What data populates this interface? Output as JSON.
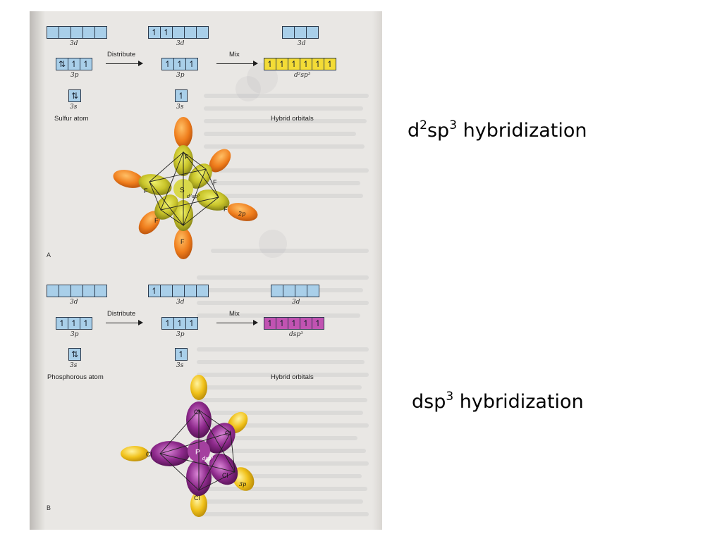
{
  "headings": {
    "a": {
      "pre": "d",
      "sup1": "2",
      "mid": "sp",
      "sup2": "3",
      "post": " hybridization"
    },
    "b": {
      "pre": "dsp",
      "sup": "3",
      "post": " hybridization"
    }
  },
  "panel_a": {
    "row1": {
      "ground_3d": [
        "",
        "",
        "",
        "",
        ""
      ],
      "excited_3d": [
        "↿",
        "↿",
        "",
        "",
        ""
      ],
      "hybrid_3d": [
        "",
        "",
        ""
      ],
      "label_ground": "3d",
      "label_excited": "3d",
      "label_hybrid": "3d"
    },
    "row2": {
      "ground_3p": [
        "⇅",
        "↿",
        "↿"
      ],
      "excited_3p": [
        "↿",
        "↿",
        "↿"
      ],
      "hybrid": [
        "↿",
        "↿",
        "↿",
        "↿",
        "↿",
        "↿"
      ],
      "label_ground": "3p",
      "label_excited": "3p",
      "label_hybrid": "d²sp³",
      "distribute": "Distribute",
      "mix": "Mix"
    },
    "row3": {
      "ground_3s": [
        "⇅"
      ],
      "excited_3s": [
        "↿"
      ],
      "label_ground": "3s",
      "label_excited": "3s"
    },
    "caption_atom": "Sulfur atom",
    "caption_hybrid": "Hybrid orbitals",
    "molecule": {
      "center": "S",
      "ligand": "F",
      "hybrid": "d²sp³",
      "orbital": "2p"
    },
    "letter": "A"
  },
  "panel_b": {
    "row1": {
      "ground_3d": [
        "",
        "",
        "",
        "",
        ""
      ],
      "excited_3d": [
        "↿",
        "",
        "",
        "",
        ""
      ],
      "hybrid_3d": [
        "",
        "",
        "",
        ""
      ],
      "label_ground": "3d",
      "label_excited": "3d",
      "label_hybrid": "3d"
    },
    "row2": {
      "ground_3p": [
        "↿",
        "↿",
        "↿"
      ],
      "excited_3p": [
        "↿",
        "↿",
        "↿"
      ],
      "hybrid": [
        "↿",
        "↿",
        "↿",
        "↿",
        "↿"
      ],
      "label_ground": "3p",
      "label_excited": "3p",
      "label_hybrid": "dsp³",
      "distribute": "Distribute",
      "mix": "Mix"
    },
    "row3": {
      "ground_3s": [
        "⇅"
      ],
      "excited_3s": [
        "↿"
      ],
      "label_ground": "3s",
      "label_excited": "3s"
    },
    "caption_atom": "Phosphorous atom",
    "caption_hybrid": "Hybrid orbitals",
    "molecule": {
      "center": "P",
      "ligand": "Cl",
      "hybrid": "dsp³",
      "orbital": "3p"
    },
    "letter": "B"
  },
  "colors": {
    "orbital_box": "#a9cfe9",
    "hybrid_d2sp3": "#f4dc36",
    "hybrid_dsp3": "#c153b2",
    "fluorine_lobe": "#ef7d1c",
    "chlorine_lobe": "#f1c21b",
    "sulfur_core": "#c9c42a",
    "phosphorus_core": "#8e2a8c"
  }
}
